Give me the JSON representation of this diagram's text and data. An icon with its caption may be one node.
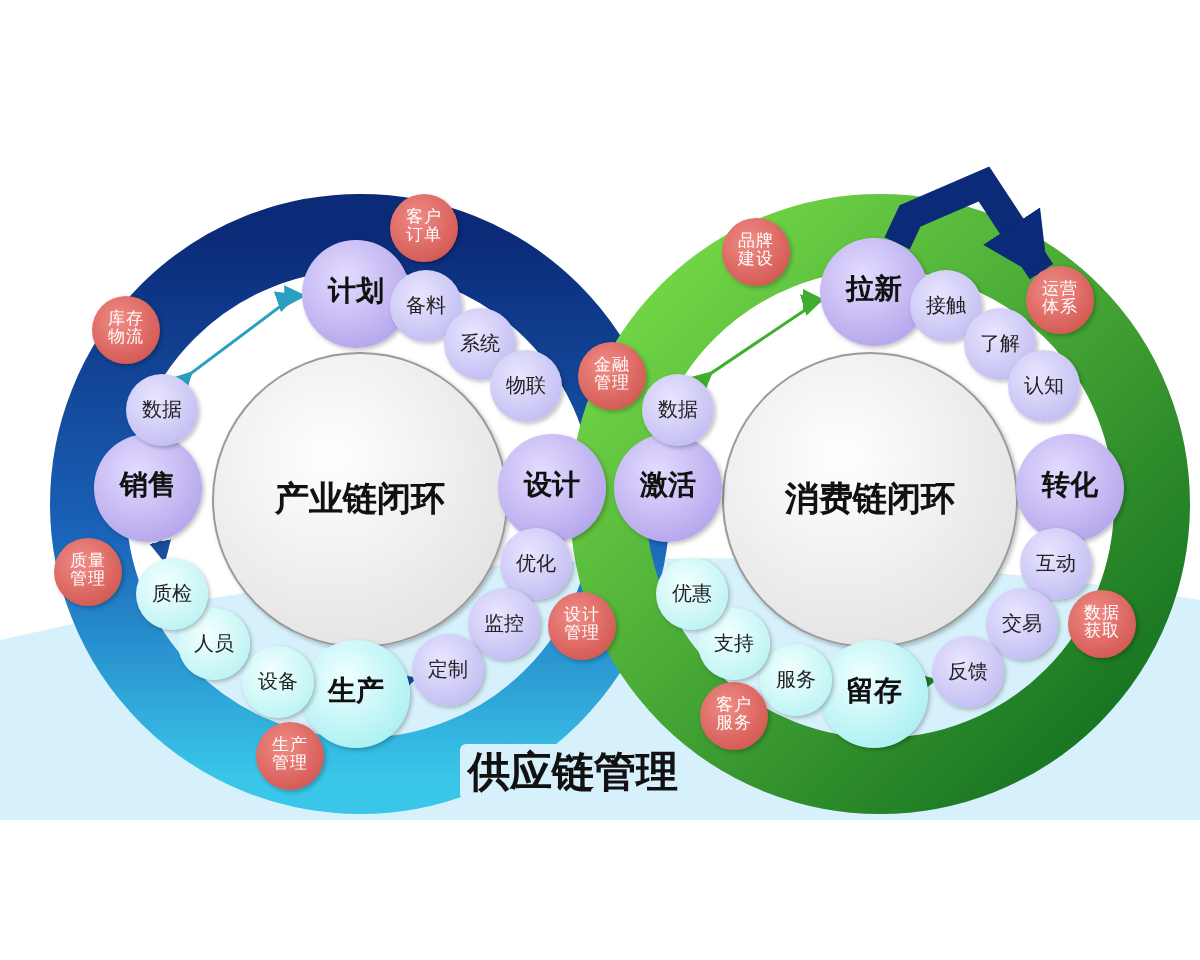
{
  "diagram": {
    "title": "供应链管理",
    "nodes": [
      {
        "text": [
          "产业链闭环"
        ]
      },
      {
        "text": [
          "计划"
        ]
      },
      {
        "text": [
          "客户订单"
        ]
      },
      {
        "text": [
          "备料"
        ]
      },
      {
        "text": [
          "系统"
        ]
      },
      {
        "text": [
          "物联"
        ]
      },
      {
        "text": [
          "金融管理"
        ]
      },
      {
        "text": [
          "设计"
        ]
      },
      {
        "text": [
          "优化"
        ]
      },
      {
        "text": [
          "设计管理"
        ]
      },
      {
        "text": [
          "监控"
        ]
      },
      {
        "text": [
          "定制"
        ]
      },
      {
        "text": [
          "生产"
        ]
      },
      {
        "text": [
          "生产管理"
        ]
      },
      {
        "text": [
          "设备"
        ]
      },
      {
        "text": [
          "人员"
        ]
      },
      {
        "text": [
          "质检"
        ]
      },
      {
        "text": [
          "质量管理"
        ]
      },
      {
        "text": [
          "销售"
        ]
      },
      {
        "text": [
          "数据"
        ]
      },
      {
        "text": [
          "库存物流"
        ]
      },
      {
        "text": [
          "消费链闭环"
        ]
      },
      {
        "text": [
          "拉新"
        ]
      },
      {
        "text": [
          "品牌建设"
        ]
      },
      {
        "text": [
          "接触"
        ]
      },
      {
        "text": [
          "了解"
        ]
      },
      {
        "text": [
          "运营体系"
        ]
      },
      {
        "text": [
          "认知"
        ]
      },
      {
        "text": [
          "转化"
        ]
      },
      {
        "text": [
          "互动"
        ]
      },
      {
        "text": [
          "数据获取"
        ]
      },
      {
        "text": [
          "交易"
        ]
      },
      {
        "text": [
          "反馈"
        ]
      },
      {
        "text": [
          "留存"
        ]
      },
      {
        "text": [
          "服务"
        ]
      },
      {
        "text": [
          "客户服务"
        ]
      },
      {
        "text": [
          "支持"
        ]
      },
      {
        "text": [
          "优惠"
        ]
      },
      {
        "text": [
          "激活"
        ]
      },
      {
        "text": [
          "数据"
        ]
      }
    ],
    "edges": [
      {
        "from": 19,
        "to": 1,
        "arrow": "to"
      },
      {
        "from": 18,
        "to": 16,
        "arrow": "to",
        "color": "#1a4f9a"
      },
      {
        "from": 12,
        "to": 11,
        "arrow": "to",
        "color": "#1a4f9a"
      },
      {
        "from": 39,
        "to": 22,
        "arrow": "to",
        "color": "#3fae2e"
      },
      {
        "from": 33,
        "to": 32,
        "arrow": "to",
        "color": "#1f7e22"
      },
      {
        "from": 22,
        "to": 26,
        "arrow": "to",
        "style": "thick",
        "color": "#0b2a78"
      }
    ]
  }
}
